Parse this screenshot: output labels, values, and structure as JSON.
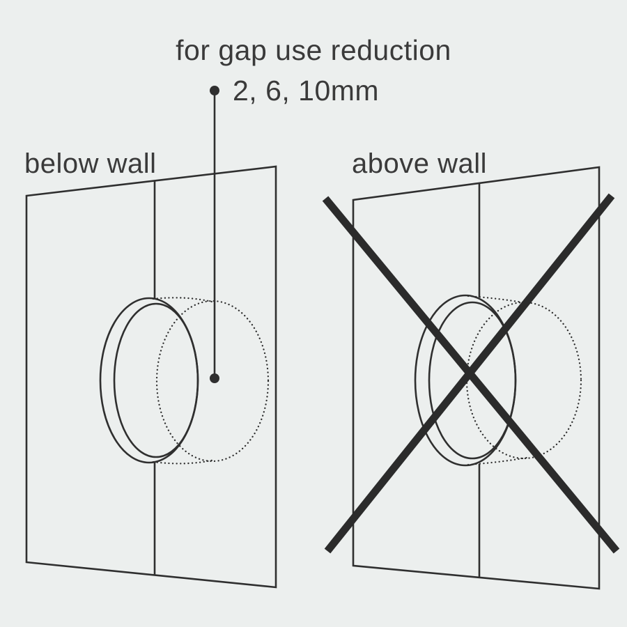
{
  "colors": {
    "background": "#ecefee",
    "line": "#2f2f2f",
    "cross": "#2b2b2b",
    "text": "#3a3a3a"
  },
  "annotation": {
    "line1": "for gap use reduction",
    "line2": "2, 6, 10mm"
  },
  "panels": {
    "left_label": "below wall",
    "right_label": "above wall"
  }
}
